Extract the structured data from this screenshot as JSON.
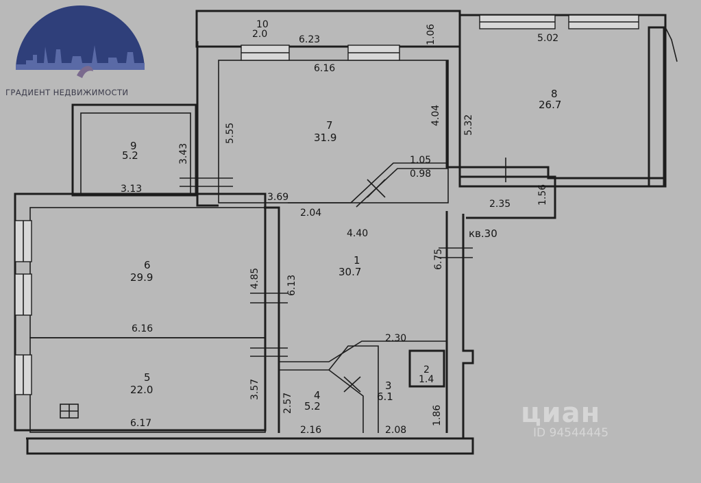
{
  "logo": {
    "text": "ГРАДИЕНТ НЕДВИЖИМОСТИ"
  },
  "watermark": {
    "brand": "циан",
    "id": "ID 94544445"
  },
  "apartment_label": "кв.30",
  "rooms": [
    {
      "number": "1",
      "area": "30.7"
    },
    {
      "number": "2",
      "area": "1.4"
    },
    {
      "number": "3",
      "area": "6.1"
    },
    {
      "number": "4",
      "area": "5.2"
    },
    {
      "number": "5",
      "area": "22.0"
    },
    {
      "number": "6",
      "area": "29.9"
    },
    {
      "number": "7",
      "area": "31.9"
    },
    {
      "number": "8",
      "area": "26.7"
    },
    {
      "number": "9",
      "area": "5.2"
    },
    {
      "number": "10",
      "area": "2.0"
    }
  ],
  "dimensions": [
    "6.23",
    "1.06",
    "6.16",
    "5.02",
    "5.32",
    "4.04",
    "5.55",
    "3.43",
    "3.13",
    "1.05",
    "0.98",
    "3.69",
    "2.04",
    "1.56",
    "2.35",
    "4.40",
    "6.75",
    "4.85",
    "6.13",
    "6.16",
    "2.30",
    "3.57",
    "2.57",
    "2.16",
    "2.08",
    "1.86",
    "6.17"
  ]
}
